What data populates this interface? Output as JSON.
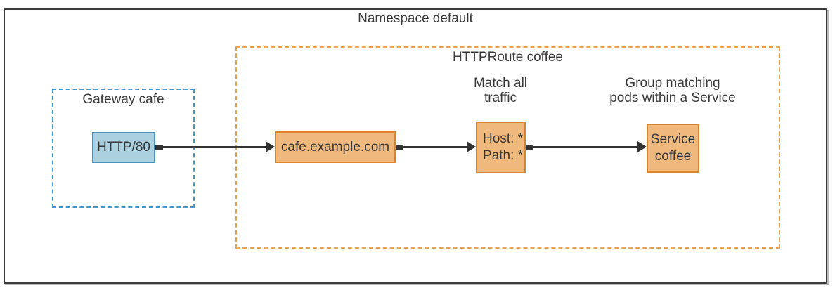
{
  "diagram": {
    "title": "Namespace default",
    "groups": {
      "gateway": {
        "label": "Gateway cafe"
      },
      "httproute": {
        "label": "HTTPRoute coffee"
      }
    },
    "nodes": {
      "listener": {
        "label": "HTTP/80"
      },
      "hostname": {
        "label": "cafe.example.com"
      },
      "match_rule": {
        "lines": [
          "Host: *",
          "Path: *"
        ]
      },
      "service": {
        "lines": [
          "Service",
          "coffee"
        ]
      }
    },
    "annotations": {
      "match": {
        "lines": [
          "Match all",
          "traffic"
        ]
      },
      "service": {
        "lines": [
          "Group matching",
          "pods within a Service"
        ]
      }
    },
    "colors": {
      "blue_fill": "#abd0e0",
      "blue_border": "#4a91b6",
      "blue_dashed": "#3f97cc",
      "orange_fill": "#efb97e",
      "orange_border": "#d9832d",
      "orange_dashed": "#e9a254",
      "arrow": "#333333",
      "text": "#3a3a3a",
      "outer_border": "#3c3c3c"
    }
  }
}
